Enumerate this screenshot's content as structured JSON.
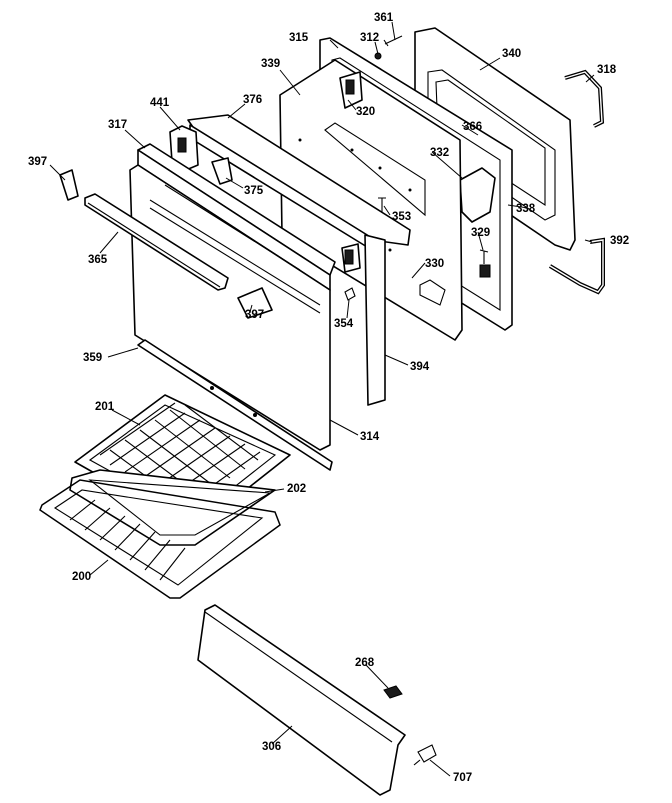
{
  "part_labels": [
    {
      "id": "361",
      "text": "361"
    },
    {
      "id": "312",
      "text": "312"
    },
    {
      "id": "315",
      "text": "315"
    },
    {
      "id": "340",
      "text": "340"
    },
    {
      "id": "318",
      "text": "318"
    },
    {
      "id": "339",
      "text": "339"
    },
    {
      "id": "441",
      "text": "441"
    },
    {
      "id": "376",
      "text": "376"
    },
    {
      "id": "320",
      "text": "320"
    },
    {
      "id": "366",
      "text": "366"
    },
    {
      "id": "317",
      "text": "317"
    },
    {
      "id": "332",
      "text": "332"
    },
    {
      "id": "397a",
      "text": "397"
    },
    {
      "id": "375",
      "text": "375"
    },
    {
      "id": "338",
      "text": "338"
    },
    {
      "id": "353",
      "text": "353"
    },
    {
      "id": "329",
      "text": "329"
    },
    {
      "id": "392",
      "text": "392"
    },
    {
      "id": "365",
      "text": "365"
    },
    {
      "id": "330",
      "text": "330"
    },
    {
      "id": "354",
      "text": "354"
    },
    {
      "id": "397b",
      "text": "397"
    },
    {
      "id": "359",
      "text": "359"
    },
    {
      "id": "394",
      "text": "394"
    },
    {
      "id": "201",
      "text": "201"
    },
    {
      "id": "314",
      "text": "314"
    },
    {
      "id": "202",
      "text": "202"
    },
    {
      "id": "200",
      "text": "200"
    },
    {
      "id": "268",
      "text": "268"
    },
    {
      "id": "306",
      "text": "306"
    },
    {
      "id": "707",
      "text": "707"
    }
  ]
}
